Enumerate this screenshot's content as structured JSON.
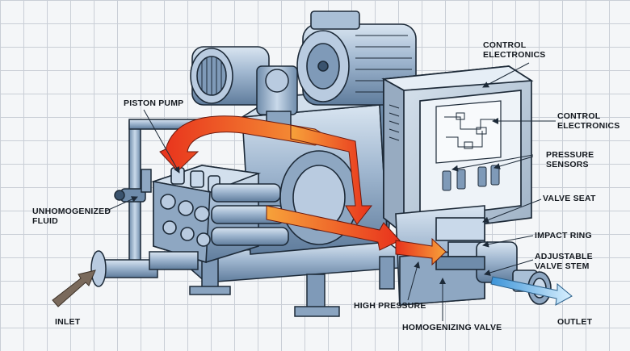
{
  "labels": {
    "control_electronics_top": [
      "CONTROL",
      "ELECTRONICS"
    ],
    "piston_pump": "PISTON PUMP",
    "control_electronics_right": [
      "CONTROL",
      "ELECTRONICS"
    ],
    "pressure_sensors": [
      "PRESSURE",
      "SENSORS"
    ],
    "unhomogenized_fluid": [
      "UNHOMOGENIZED",
      "FLUID"
    ],
    "valve_seat": "VALVE SEAT",
    "impact_ring": "IMPACT RING",
    "adjustable_valve_stem": [
      "ADJUSTABLE",
      "VALVE STEM"
    ],
    "inlet": "INLET",
    "high_pressure": "HIGH PRESSURE",
    "homogenizing_valve": "HOMOGENIZING VALVE",
    "outlet": "OUTLET"
  },
  "colors": {
    "metal": "#9fb6cf",
    "metal_dark": "#5f7c9c",
    "outline": "#1d2a38",
    "flow_hot": "#e8321c",
    "flow_warm": "#f7a23a",
    "outlet_flow": "#7fc6ef",
    "inlet_arrow": "#7a6a5c",
    "cabinet": "#c5d3e2"
  }
}
